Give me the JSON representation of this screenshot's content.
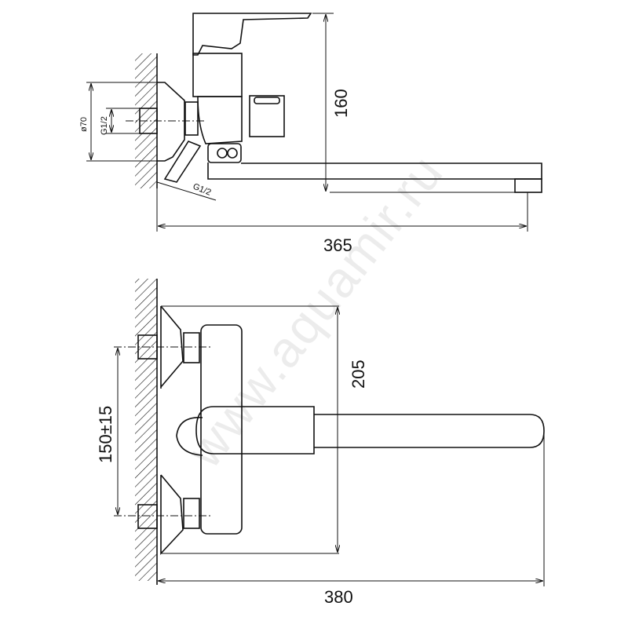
{
  "drawing": {
    "side_view": {
      "height_label": "160",
      "length_label": "365",
      "flange_diameter_label": "ø70",
      "inlet_thread_label": "G1/2",
      "outlet_thread_label": "G1/2"
    },
    "top_view": {
      "depth_label": "205",
      "length_label": "380",
      "inlet_spacing_label": "150±15"
    },
    "watermark": "www.aquamir.ru"
  }
}
